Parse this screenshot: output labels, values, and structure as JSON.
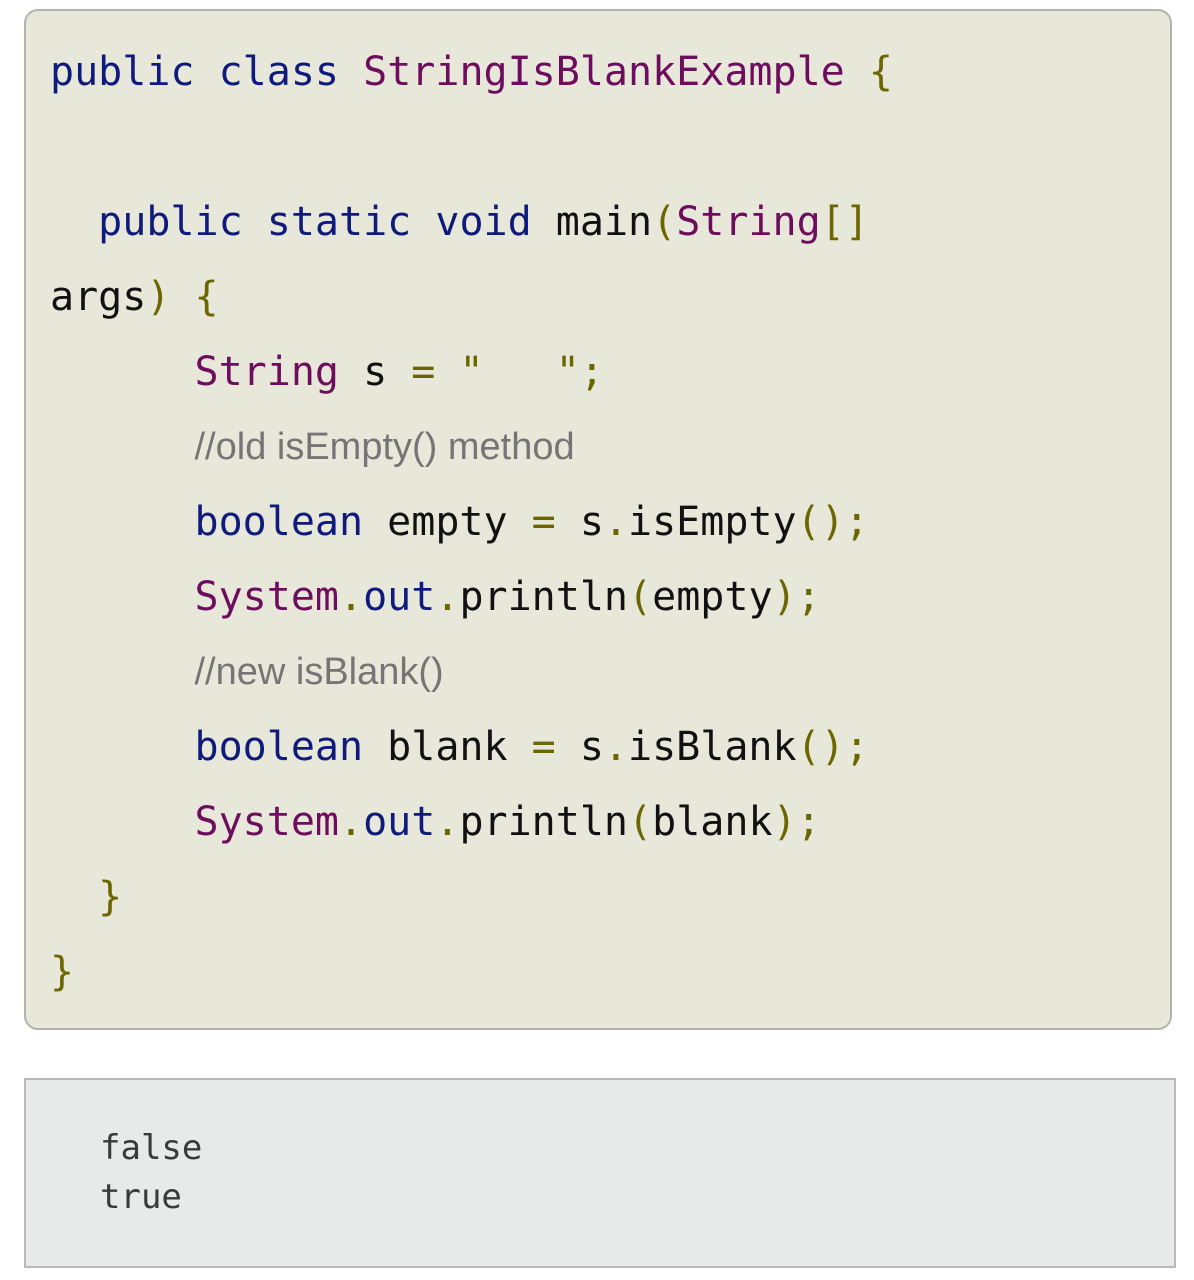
{
  "code": {
    "language": "java",
    "lines": [
      {
        "tokens": [
          {
            "t": "public",
            "k": "kw"
          },
          {
            "t": " ",
            "k": "id"
          },
          {
            "t": "class",
            "k": "kw"
          },
          {
            "t": " ",
            "k": "id"
          },
          {
            "t": "StringIsBlankExample",
            "k": "typ"
          },
          {
            "t": " ",
            "k": "id"
          },
          {
            "t": "{",
            "k": "pun"
          }
        ]
      },
      {
        "tokens": []
      },
      {
        "tokens": [
          {
            "t": "  ",
            "k": "id"
          },
          {
            "t": "public",
            "k": "kw"
          },
          {
            "t": " ",
            "k": "id"
          },
          {
            "t": "static",
            "k": "kw"
          },
          {
            "t": " ",
            "k": "id"
          },
          {
            "t": "void",
            "k": "kw"
          },
          {
            "t": " ",
            "k": "id"
          },
          {
            "t": "main",
            "k": "id"
          },
          {
            "t": "(",
            "k": "pun"
          },
          {
            "t": "String",
            "k": "typ"
          },
          {
            "t": "[]",
            "k": "pun"
          }
        ]
      },
      {
        "tokens": [
          {
            "t": "args",
            "k": "id"
          },
          {
            "t": ")",
            "k": "pun"
          },
          {
            "t": " ",
            "k": "id"
          },
          {
            "t": "{",
            "k": "pun"
          }
        ]
      },
      {
        "tokens": [
          {
            "t": "      ",
            "k": "id"
          },
          {
            "t": "String",
            "k": "typ"
          },
          {
            "t": " s ",
            "k": "id"
          },
          {
            "t": "=",
            "k": "pun"
          },
          {
            "t": " ",
            "k": "id"
          },
          {
            "t": "\"   \"",
            "k": "str"
          },
          {
            "t": ";",
            "k": "pun"
          }
        ]
      },
      {
        "tokens": [
          {
            "t": "      ",
            "k": "id"
          },
          {
            "t": "//old isEmpty() method",
            "k": "cmt"
          }
        ]
      },
      {
        "tokens": [
          {
            "t": "      ",
            "k": "id"
          },
          {
            "t": "boolean",
            "k": "kw"
          },
          {
            "t": " empty ",
            "k": "id"
          },
          {
            "t": "=",
            "k": "pun"
          },
          {
            "t": " s",
            "k": "id"
          },
          {
            "t": ".",
            "k": "pun"
          },
          {
            "t": "isEmpty",
            "k": "id"
          },
          {
            "t": "();",
            "k": "pun"
          }
        ]
      },
      {
        "tokens": [
          {
            "t": "      ",
            "k": "id"
          },
          {
            "t": "System",
            "k": "typ"
          },
          {
            "t": ".",
            "k": "pun"
          },
          {
            "t": "out",
            "k": "fld"
          },
          {
            "t": ".",
            "k": "pun"
          },
          {
            "t": "println",
            "k": "id"
          },
          {
            "t": "(",
            "k": "pun"
          },
          {
            "t": "empty",
            "k": "id"
          },
          {
            "t": ");",
            "k": "pun"
          }
        ]
      },
      {
        "tokens": [
          {
            "t": "      ",
            "k": "id"
          },
          {
            "t": "//new isBlank()",
            "k": "cmt"
          }
        ]
      },
      {
        "tokens": [
          {
            "t": "      ",
            "k": "id"
          },
          {
            "t": "boolean",
            "k": "kw"
          },
          {
            "t": " blank ",
            "k": "id"
          },
          {
            "t": "=",
            "k": "pun"
          },
          {
            "t": " s",
            "k": "id"
          },
          {
            "t": ".",
            "k": "pun"
          },
          {
            "t": "isBlank",
            "k": "id"
          },
          {
            "t": "();",
            "k": "pun"
          }
        ]
      },
      {
        "tokens": [
          {
            "t": "      ",
            "k": "id"
          },
          {
            "t": "System",
            "k": "typ"
          },
          {
            "t": ".",
            "k": "pun"
          },
          {
            "t": "out",
            "k": "fld"
          },
          {
            "t": ".",
            "k": "pun"
          },
          {
            "t": "println",
            "k": "id"
          },
          {
            "t": "(",
            "k": "pun"
          },
          {
            "t": "blank",
            "k": "id"
          },
          {
            "t": ");",
            "k": "pun"
          }
        ]
      },
      {
        "tokens": [
          {
            "t": "  ",
            "k": "id"
          },
          {
            "t": "}",
            "k": "pun"
          }
        ]
      },
      {
        "tokens": [
          {
            "t": "}",
            "k": "pun"
          }
        ]
      }
    ]
  },
  "output": {
    "lines": [
      "false",
      "true"
    ]
  },
  "colors": {
    "keyword": "#0f1b7c",
    "type": "#6e0c5d",
    "punctuation": "#6b6600",
    "comment": "#757575",
    "code_background": "#e7e8da",
    "output_background": "#e8eaea"
  }
}
